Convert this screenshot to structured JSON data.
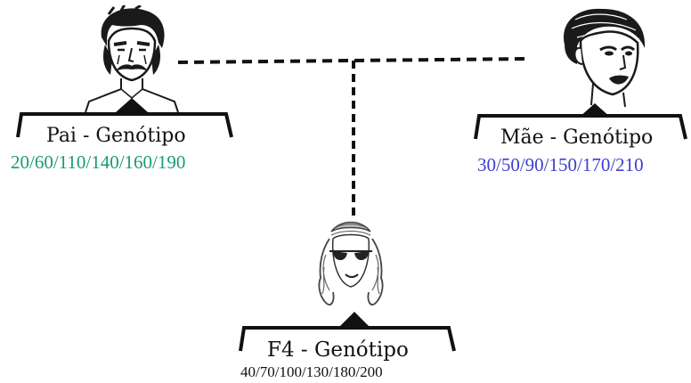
{
  "pai": {
    "label": "Pai - Genótipo",
    "genotype": "20/60/110/140/160/190",
    "color": "#1a9a78",
    "icon": "bearded-man-portrait-icon"
  },
  "mae": {
    "label": "Mãe - Genótipo",
    "genotype": "30/50/90/150/170/210",
    "color": "#3d3ed2",
    "icon": "woman-portrait-icon"
  },
  "filha": {
    "label": "F4 - Genótipo",
    "genotype": "40/70/100/130/180/200",
    "color": "#111111",
    "icon": "woman-sunglasses-portrait-icon"
  },
  "connector_color": "#111111"
}
